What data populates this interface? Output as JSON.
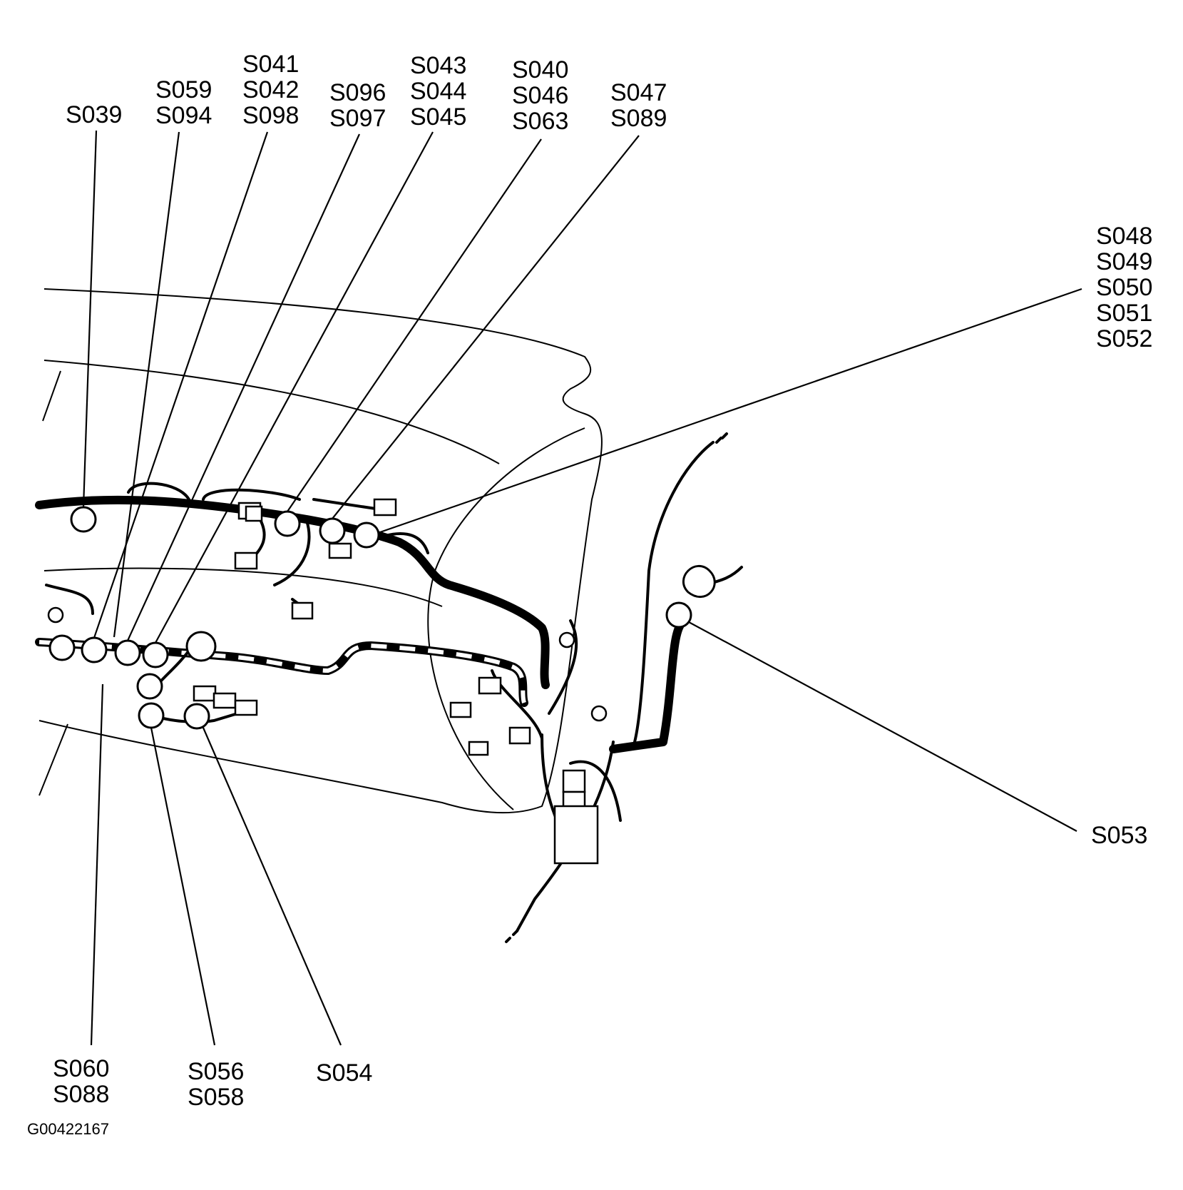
{
  "labels": {
    "s039": [
      "S039"
    ],
    "s059": [
      "S059",
      "S094"
    ],
    "s041": [
      "S041",
      "S042",
      "S098"
    ],
    "s096": [
      "S096",
      "S097"
    ],
    "s043": [
      "S043",
      "S044",
      "S045"
    ],
    "s040": [
      "S040",
      "S046",
      "S063"
    ],
    "s047": [
      "S047",
      "S089"
    ],
    "s048": [
      "S048",
      "S049",
      "S050",
      "S051",
      "S052"
    ],
    "s053": [
      "S053"
    ],
    "s060": [
      "S060",
      "S088"
    ],
    "s056": [
      "S056",
      "S058"
    ],
    "s054": [
      "S054"
    ]
  },
  "figure_id": "G00422167"
}
